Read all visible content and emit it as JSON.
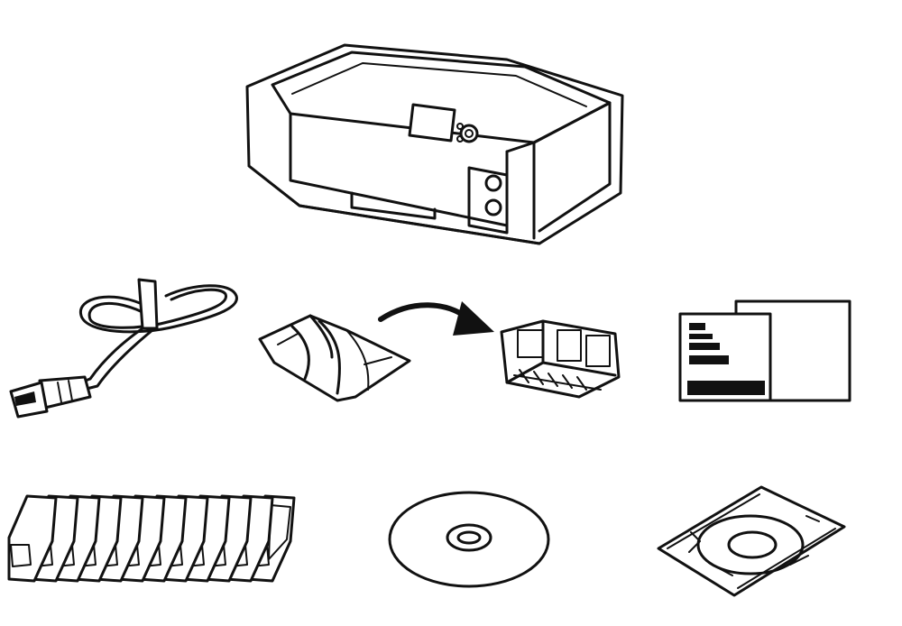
{
  "figure": {
    "items": [
      {
        "name": "printer",
        "icon": "printer-icon"
      },
      {
        "name": "power-cord",
        "icon": "power-cord-icon"
      },
      {
        "name": "print-head-package",
        "icon": "package-icon"
      },
      {
        "name": "arrow",
        "icon": "arrow-icon"
      },
      {
        "name": "print-head",
        "icon": "print-head-icon"
      },
      {
        "name": "manuals",
        "icon": "document-icon"
      },
      {
        "name": "ink-tanks",
        "icon": "ink-tank-icon"
      },
      {
        "name": "setup-disc",
        "icon": "disc-icon"
      },
      {
        "name": "disc-tray",
        "icon": "disc-tray-icon"
      }
    ],
    "ink_tank_count": 12,
    "colors": {
      "line": "#111111",
      "background": "#ffffff"
    }
  }
}
